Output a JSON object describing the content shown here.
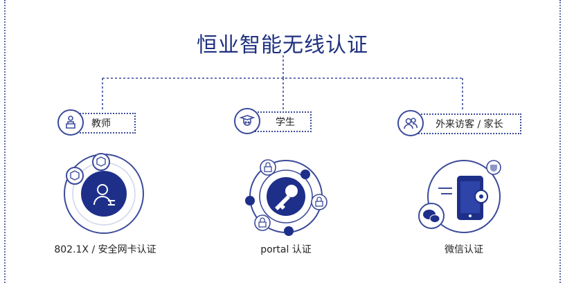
{
  "title": "恒业智能无线认证",
  "roles": [
    {
      "label": "教师",
      "icon": "teacher-icon"
    },
    {
      "label": "学生",
      "icon": "student-icon"
    },
    {
      "label": "外来访客 / 家长",
      "icon": "visitors-icon"
    }
  ],
  "methods": [
    {
      "label": "802.1X / 安全网卡认证",
      "icon": "user-card-icon"
    },
    {
      "label": "portal 认证",
      "icon": "key-lock-icon"
    },
    {
      "label": "微信认证",
      "icon": "wechat-phone-icon"
    }
  ],
  "colors": {
    "primary": "#1f3080",
    "line": "#3b4a9a",
    "fill": "#1e2f8a"
  }
}
